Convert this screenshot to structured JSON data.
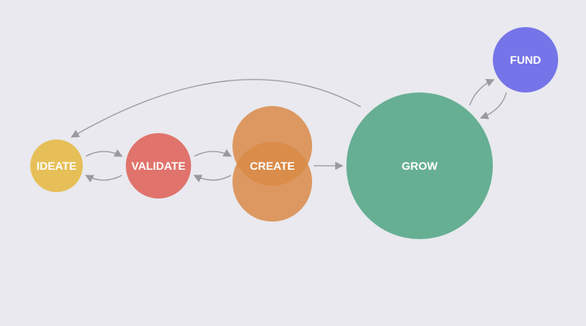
{
  "diagram": {
    "nodes": [
      {
        "id": "ideate",
        "label": "IDEATE",
        "color": "#e6bf58"
      },
      {
        "id": "validate",
        "label": "VALIDATE",
        "color": "#e0736b"
      },
      {
        "id": "create",
        "label": "CREATE",
        "color": "#d98a46"
      },
      {
        "id": "grow",
        "label": "GROW",
        "color": "#66af93"
      },
      {
        "id": "fund",
        "label": "FUND",
        "color": "#7574e8"
      }
    ],
    "edges": [
      {
        "from": "ideate",
        "to": "validate"
      },
      {
        "from": "validate",
        "to": "ideate"
      },
      {
        "from": "validate",
        "to": "create"
      },
      {
        "from": "create",
        "to": "validate"
      },
      {
        "from": "create",
        "to": "grow"
      },
      {
        "from": "grow",
        "to": "fund"
      },
      {
        "from": "fund",
        "to": "grow"
      },
      {
        "from": "grow",
        "to": "ideate"
      }
    ],
    "arrow_color": "#9a9a9e"
  }
}
